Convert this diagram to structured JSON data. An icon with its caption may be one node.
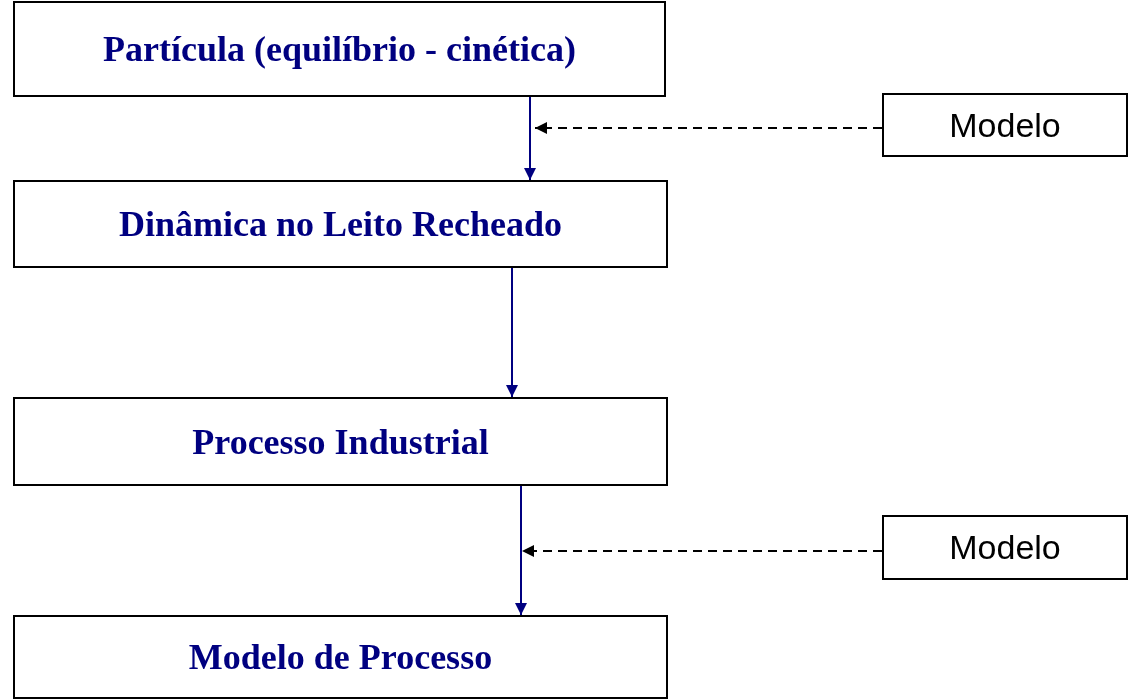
{
  "diagram": {
    "nodes": [
      {
        "text": [
          "Partícula (equilíbrio - cinética)"
        ]
      },
      {
        "text": [
          "Modelo"
        ]
      },
      {
        "text": [
          "Dinâmica no Leito Recheado"
        ]
      },
      {
        "text": [
          "Processo Industrial"
        ]
      },
      {
        "text": [
          "Modelo"
        ]
      },
      {
        "text": [
          "Modelo de Processo"
        ]
      }
    ],
    "edges": [
      {
        "from": 0,
        "to": 2,
        "arrow": "to"
      },
      {
        "from": 1,
        "to": null,
        "arrow": "to",
        "style": "dashed",
        "color": "#000000"
      },
      {
        "from": 2,
        "to": 3,
        "arrow": "to"
      },
      {
        "from": 3,
        "to": 5,
        "arrow": "to"
      },
      {
        "from": 4,
        "to": null,
        "arrow": "to",
        "style": "dashed",
        "color": "#000000"
      }
    ]
  }
}
